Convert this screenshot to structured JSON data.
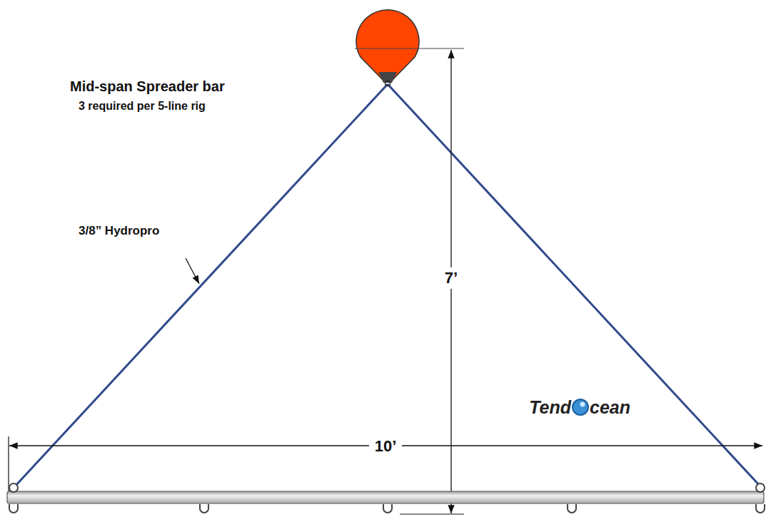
{
  "diagram": {
    "title": "Mid-span Spreader bar",
    "labels": [
      "3 required per 5-line rig",
      "3/8” Hydropro",
      "7’",
      "10’",
      "Tend",
      "cean"
    ]
  }
}
